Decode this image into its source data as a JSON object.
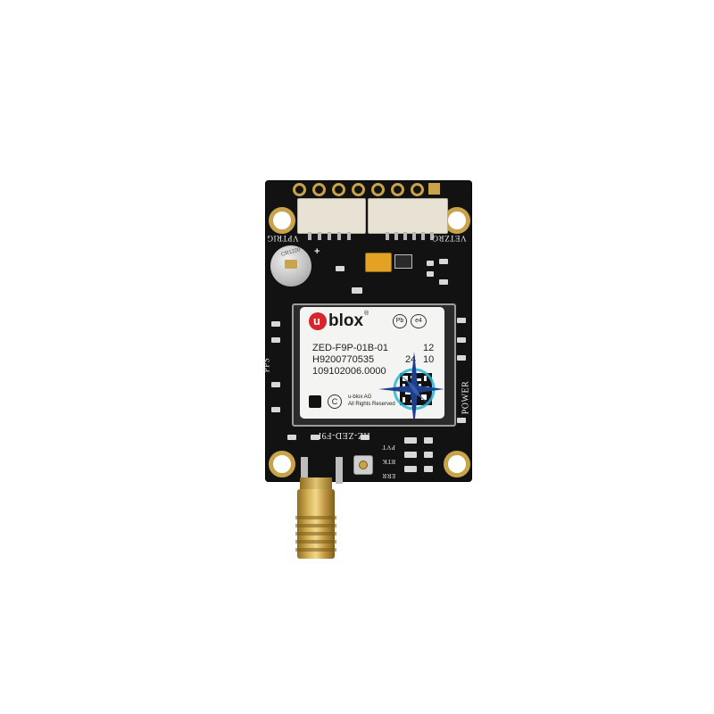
{
  "board": {
    "silkscreen": {
      "top_left": "VPTRIG",
      "top_right": "VETZRG",
      "left_side": "PPS",
      "right_side": "POWER",
      "bottom_center": "HZ-ZED-F9P",
      "led_labels": [
        "PVT",
        "RTK",
        "ERR"
      ],
      "battery_text": "CR1220"
    },
    "colors": {
      "pcb": "#121212",
      "gold": "#c9a34a",
      "connector": "#e8e2d4"
    }
  },
  "module": {
    "brand": "blox",
    "brand_prefix": "u",
    "symbol_r": "®",
    "symbol_pb": "Pb",
    "symbol_e4": "e4",
    "model": "ZED-F9P-01B-01",
    "serial": "H9200770535",
    "code": "109102006.0000",
    "num_a": "12",
    "num_b": "24",
    "num_c": "10",
    "copyright_symbol": "C",
    "company": "u-blox AG",
    "rights": "All Rights Reserved"
  }
}
